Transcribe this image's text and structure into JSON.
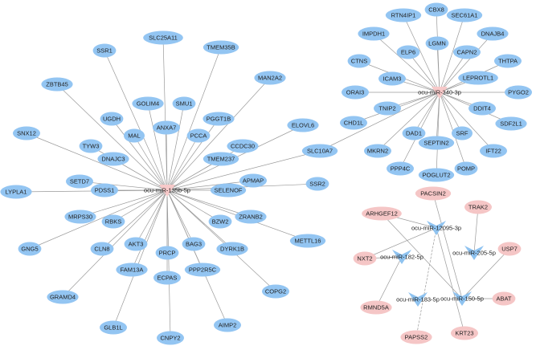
{
  "colors": {
    "target_blue": "#93c5f2",
    "target_pink": "#f5c6c6",
    "hub_pink": "#f7c9c9",
    "mirna_blue": "#8fc3f0",
    "edge": "#9a9a9a"
  },
  "networks": [
    {
      "hub": "ocu-miR-135b-5p",
      "targets": [
        "SLC25A11",
        "SSR1",
        "TMEM35B",
        "ZBTB45",
        "MAN2A2",
        "GOLIM4",
        "SMU1",
        "UGDH",
        "PGGT1B",
        "ANXA7",
        "MAL",
        "PCCA",
        "ELOVL6",
        "SNX12",
        "TYW3",
        "CCDC30",
        "DNAJC3",
        "TMEM237",
        "SLC10A7",
        "SETD7",
        "APMAP",
        "SSR2",
        "LYPLA1",
        "PDSS1",
        "SELENOF",
        "MRPS30",
        "RBKS",
        "ZRANB2",
        "BZW2",
        "METTL16",
        "GNG5",
        "CLN8",
        "AKT3",
        "PRCP",
        "BAG3",
        "DYRK1B",
        "FAM13A",
        "ECPAS",
        "PPP2R5C",
        "GRAMD4",
        "COPG2",
        "GLB1L",
        "AIMP2",
        "CNPY2"
      ]
    },
    {
      "hub": "ocu-miR-340-3p",
      "targets": [
        "CBX8",
        "RTN4IP1",
        "SEC61A1",
        "IMPDH1",
        "DNAJB4",
        "LGMN",
        "ELP6",
        "CAPN2",
        "CTNS",
        "THTPA",
        "ICAM3",
        "LEPROTL1",
        "ORAI3",
        "PYGO2",
        "TNIP2",
        "DDIT4",
        "CHD1L",
        "SDF2L1",
        "DAD1",
        "SRF",
        "SEPTIN2",
        "MKRN2",
        "IFT22",
        "PPP4C",
        "POMP",
        "POGLUT2",
        "SLC10A7"
      ]
    }
  ],
  "small_network": {
    "mirnas": [
      "ocu-miR-12095-3p",
      "ocu-miR-205-5p",
      "ocu-miR-182-5p",
      "ocu-miR-183-5p",
      "ocu-miR-150-5p"
    ],
    "targets": [
      "PACSIN2",
      "TRAK2",
      "ARHGEF12",
      "USP7",
      "NXT2",
      "ABAT",
      "RMND5A",
      "PAPSS2",
      "KRT23"
    ],
    "edges": [
      [
        "ARHGEF12",
        "ocu-miR-12095-3p"
      ],
      [
        "ARHGEF12",
        "ocu-miR-150-5p"
      ],
      [
        "PACSIN2",
        "ocu-miR-150-5p"
      ],
      [
        "NXT2",
        "ocu-miR-12095-3p"
      ],
      [
        "KRT23",
        "ocu-miR-12095-3p"
      ],
      [
        "PAPSS2",
        "ocu-miR-12095-3p"
      ],
      [
        "TRAK2",
        "ocu-miR-205-5p"
      ],
      [
        "USP7",
        "ocu-miR-150-5p"
      ],
      [
        "NXT2",
        "ocu-miR-182-5p"
      ],
      [
        "RMND5A",
        "ocu-miR-182-5p"
      ],
      [
        "ABAT",
        "ocu-miR-150-5p"
      ]
    ]
  }
}
